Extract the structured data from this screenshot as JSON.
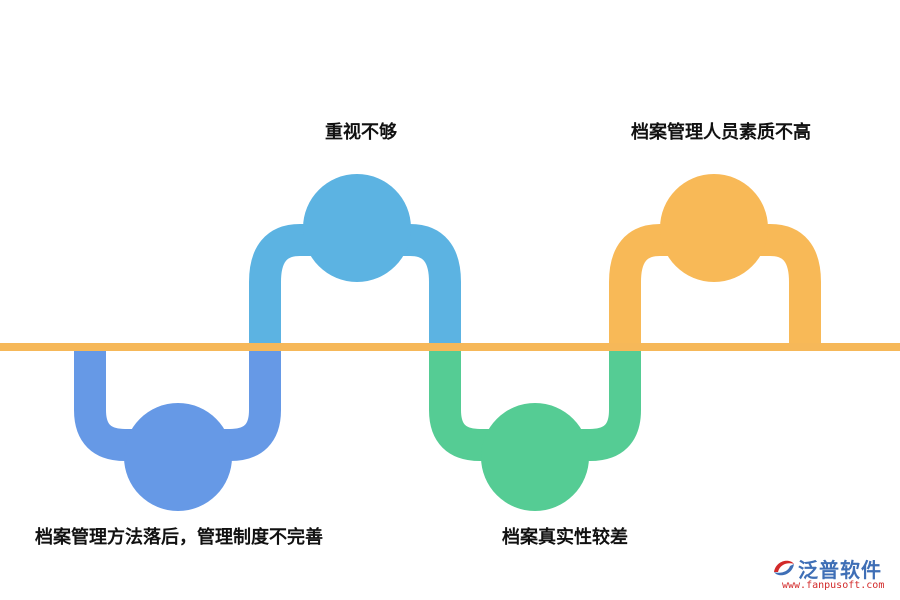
{
  "diagram": {
    "type": "wave-process",
    "baseline_color": "#f6b859",
    "nodes": [
      {
        "id": "n1",
        "label": "档案管理方法落后，管理制度不完善",
        "color": "#6699e6",
        "position": "below"
      },
      {
        "id": "n2",
        "label": "重视不够",
        "color": "#5cb3e2",
        "position": "above"
      },
      {
        "id": "n3",
        "label": "档案真实性较差",
        "color": "#55cc94",
        "position": "below"
      },
      {
        "id": "n4",
        "label": "档案管理人员素质不高",
        "color": "#f8b957",
        "position": "above"
      }
    ]
  },
  "watermark": {
    "brand": "泛普软件",
    "url": "www.fanpusoft.com",
    "logo_icon": "swirl-logo-icon"
  }
}
